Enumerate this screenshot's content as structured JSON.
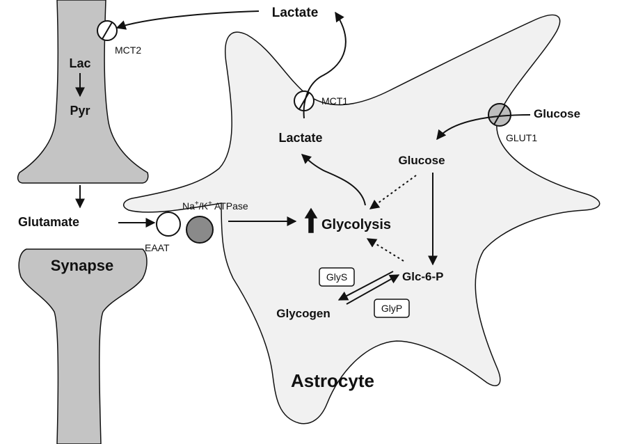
{
  "labels": {
    "lactate_outside": "Lactate",
    "mct2": "MCT2",
    "lac": "Lac",
    "pyr": "Pyr",
    "mct1": "MCT1",
    "lactate_inside": "Lactate",
    "glucose_outside": "Glucose",
    "glut1": "GLUT1",
    "glucose_inside": "Glucose",
    "glutamate": "Glutamate",
    "eaat": "EAAT",
    "na": "Na",
    "na_sup": "+",
    "slash_k": "/K",
    "k_sup": "+",
    "atpase": " ATPase",
    "glycolysis": "Glycolysis",
    "synapse": "Synapse",
    "glys": "GlyS",
    "glc6p": "Glc-6-P",
    "glycogen": "Glycogen",
    "glyp": "GlyP",
    "astrocyte": "Astrocyte"
  },
  "colors": {
    "neuron_fill": "#c4c4c4",
    "astrocyte_fill": "#f1f1f1",
    "glut1_fill": "#bdbdbd",
    "atpase_fill": "#8a8a8a",
    "stroke": "#111111"
  }
}
